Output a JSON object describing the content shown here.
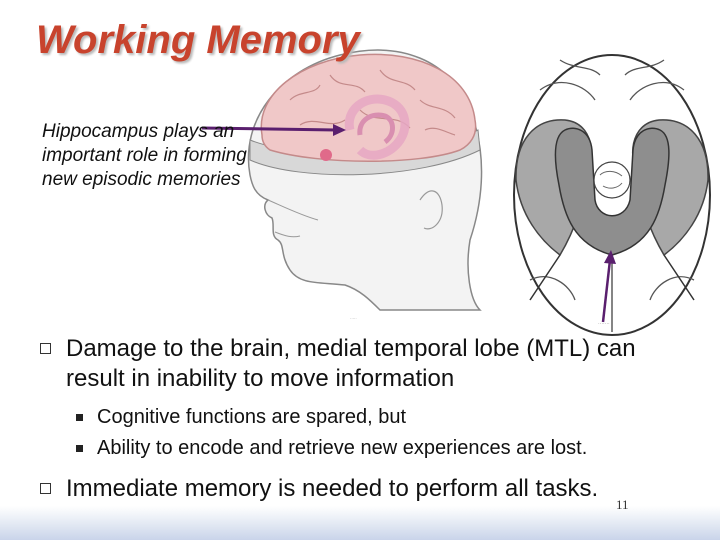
{
  "slide": {
    "title": "Working Memory",
    "caption": "Hippocampus plays an important role in forming new episodic memories",
    "bullets": [
      "Damage to the brain, medial temporal lobe (MTL) can result in inability to move information",
      "Immediate memory is needed  to perform all tasks."
    ],
    "sub_bullets": [
      "Cognitive functions are spared, but",
      "Ability to encode and retrieve new experiences are lost."
    ],
    "page_number": "11"
  },
  "colors": {
    "title": "#c8432d",
    "arrow": "#5a1f6e",
    "brain_highlight": "#e6a7c3",
    "mtl_region": "#8e8e8e"
  },
  "icons": [
    "bullet-box-icon",
    "bullet-square-icon",
    "arrow-icon"
  ]
}
